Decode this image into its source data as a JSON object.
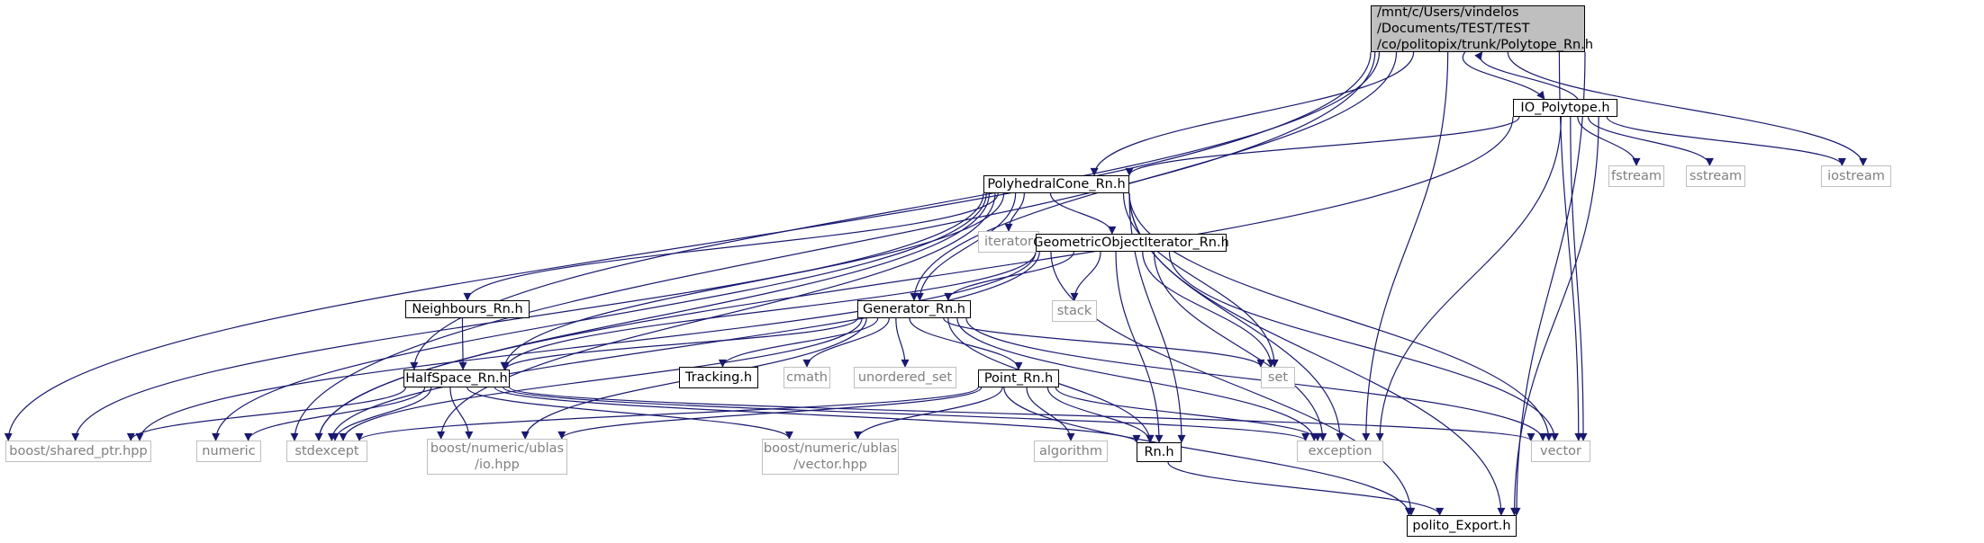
{
  "colors": {
    "edge": "#191970",
    "border": "#000000",
    "external_border": "#bfbfbf",
    "external_text": "#808080",
    "root_fill": "#bfbfbf"
  },
  "nodes": {
    "root": {
      "lines": [
        "/mnt/c/Users/vindelos",
        "/Documents/TEST/TEST",
        "/co/politopix/trunk/Polytope_Rn.h"
      ]
    },
    "io_polytope": {
      "lines": [
        "IO_Polytope.h"
      ]
    },
    "polyhedralcone": {
      "lines": [
        "PolyhedralCone_Rn.h"
      ]
    },
    "fstream": {
      "lines": [
        "fstream"
      ]
    },
    "sstream": {
      "lines": [
        "sstream"
      ]
    },
    "iostream": {
      "lines": [
        "iostream"
      ]
    },
    "iterator": {
      "lines": [
        "iterator"
      ]
    },
    "geoiter": {
      "lines": [
        "GeometricObjectIterator_Rn.h"
      ]
    },
    "neighbours": {
      "lines": [
        "Neighbours_Rn.h"
      ]
    },
    "stack": {
      "lines": [
        "stack"
      ]
    },
    "generator": {
      "lines": [
        "Generator_Rn.h"
      ]
    },
    "set": {
      "lines": [
        "set"
      ]
    },
    "halfspace": {
      "lines": [
        "HalfSpace_Rn.h"
      ]
    },
    "tracking": {
      "lines": [
        "Tracking.h"
      ]
    },
    "cmath": {
      "lines": [
        "cmath"
      ]
    },
    "unordered_set": {
      "lines": [
        "unordered_set"
      ]
    },
    "point": {
      "lines": [
        "Point_Rn.h"
      ]
    },
    "shared_ptr": {
      "lines": [
        "boost/shared_ptr.hpp"
      ]
    },
    "numeric": {
      "lines": [
        "numeric"
      ]
    },
    "stdexcept": {
      "lines": [
        "stdexcept"
      ]
    },
    "ublas_io": {
      "lines": [
        "boost/numeric/ublas",
        "/io.hpp"
      ]
    },
    "ublas_vector": {
      "lines": [
        "boost/numeric/ublas",
        "/vector.hpp"
      ]
    },
    "algorithm": {
      "lines": [
        "algorithm"
      ]
    },
    "rn": {
      "lines": [
        "Rn.h"
      ]
    },
    "exception": {
      "lines": [
        "exception"
      ]
    },
    "vector": {
      "lines": [
        "vector"
      ]
    },
    "polito_export": {
      "lines": [
        "polito_Export.h"
      ]
    }
  }
}
